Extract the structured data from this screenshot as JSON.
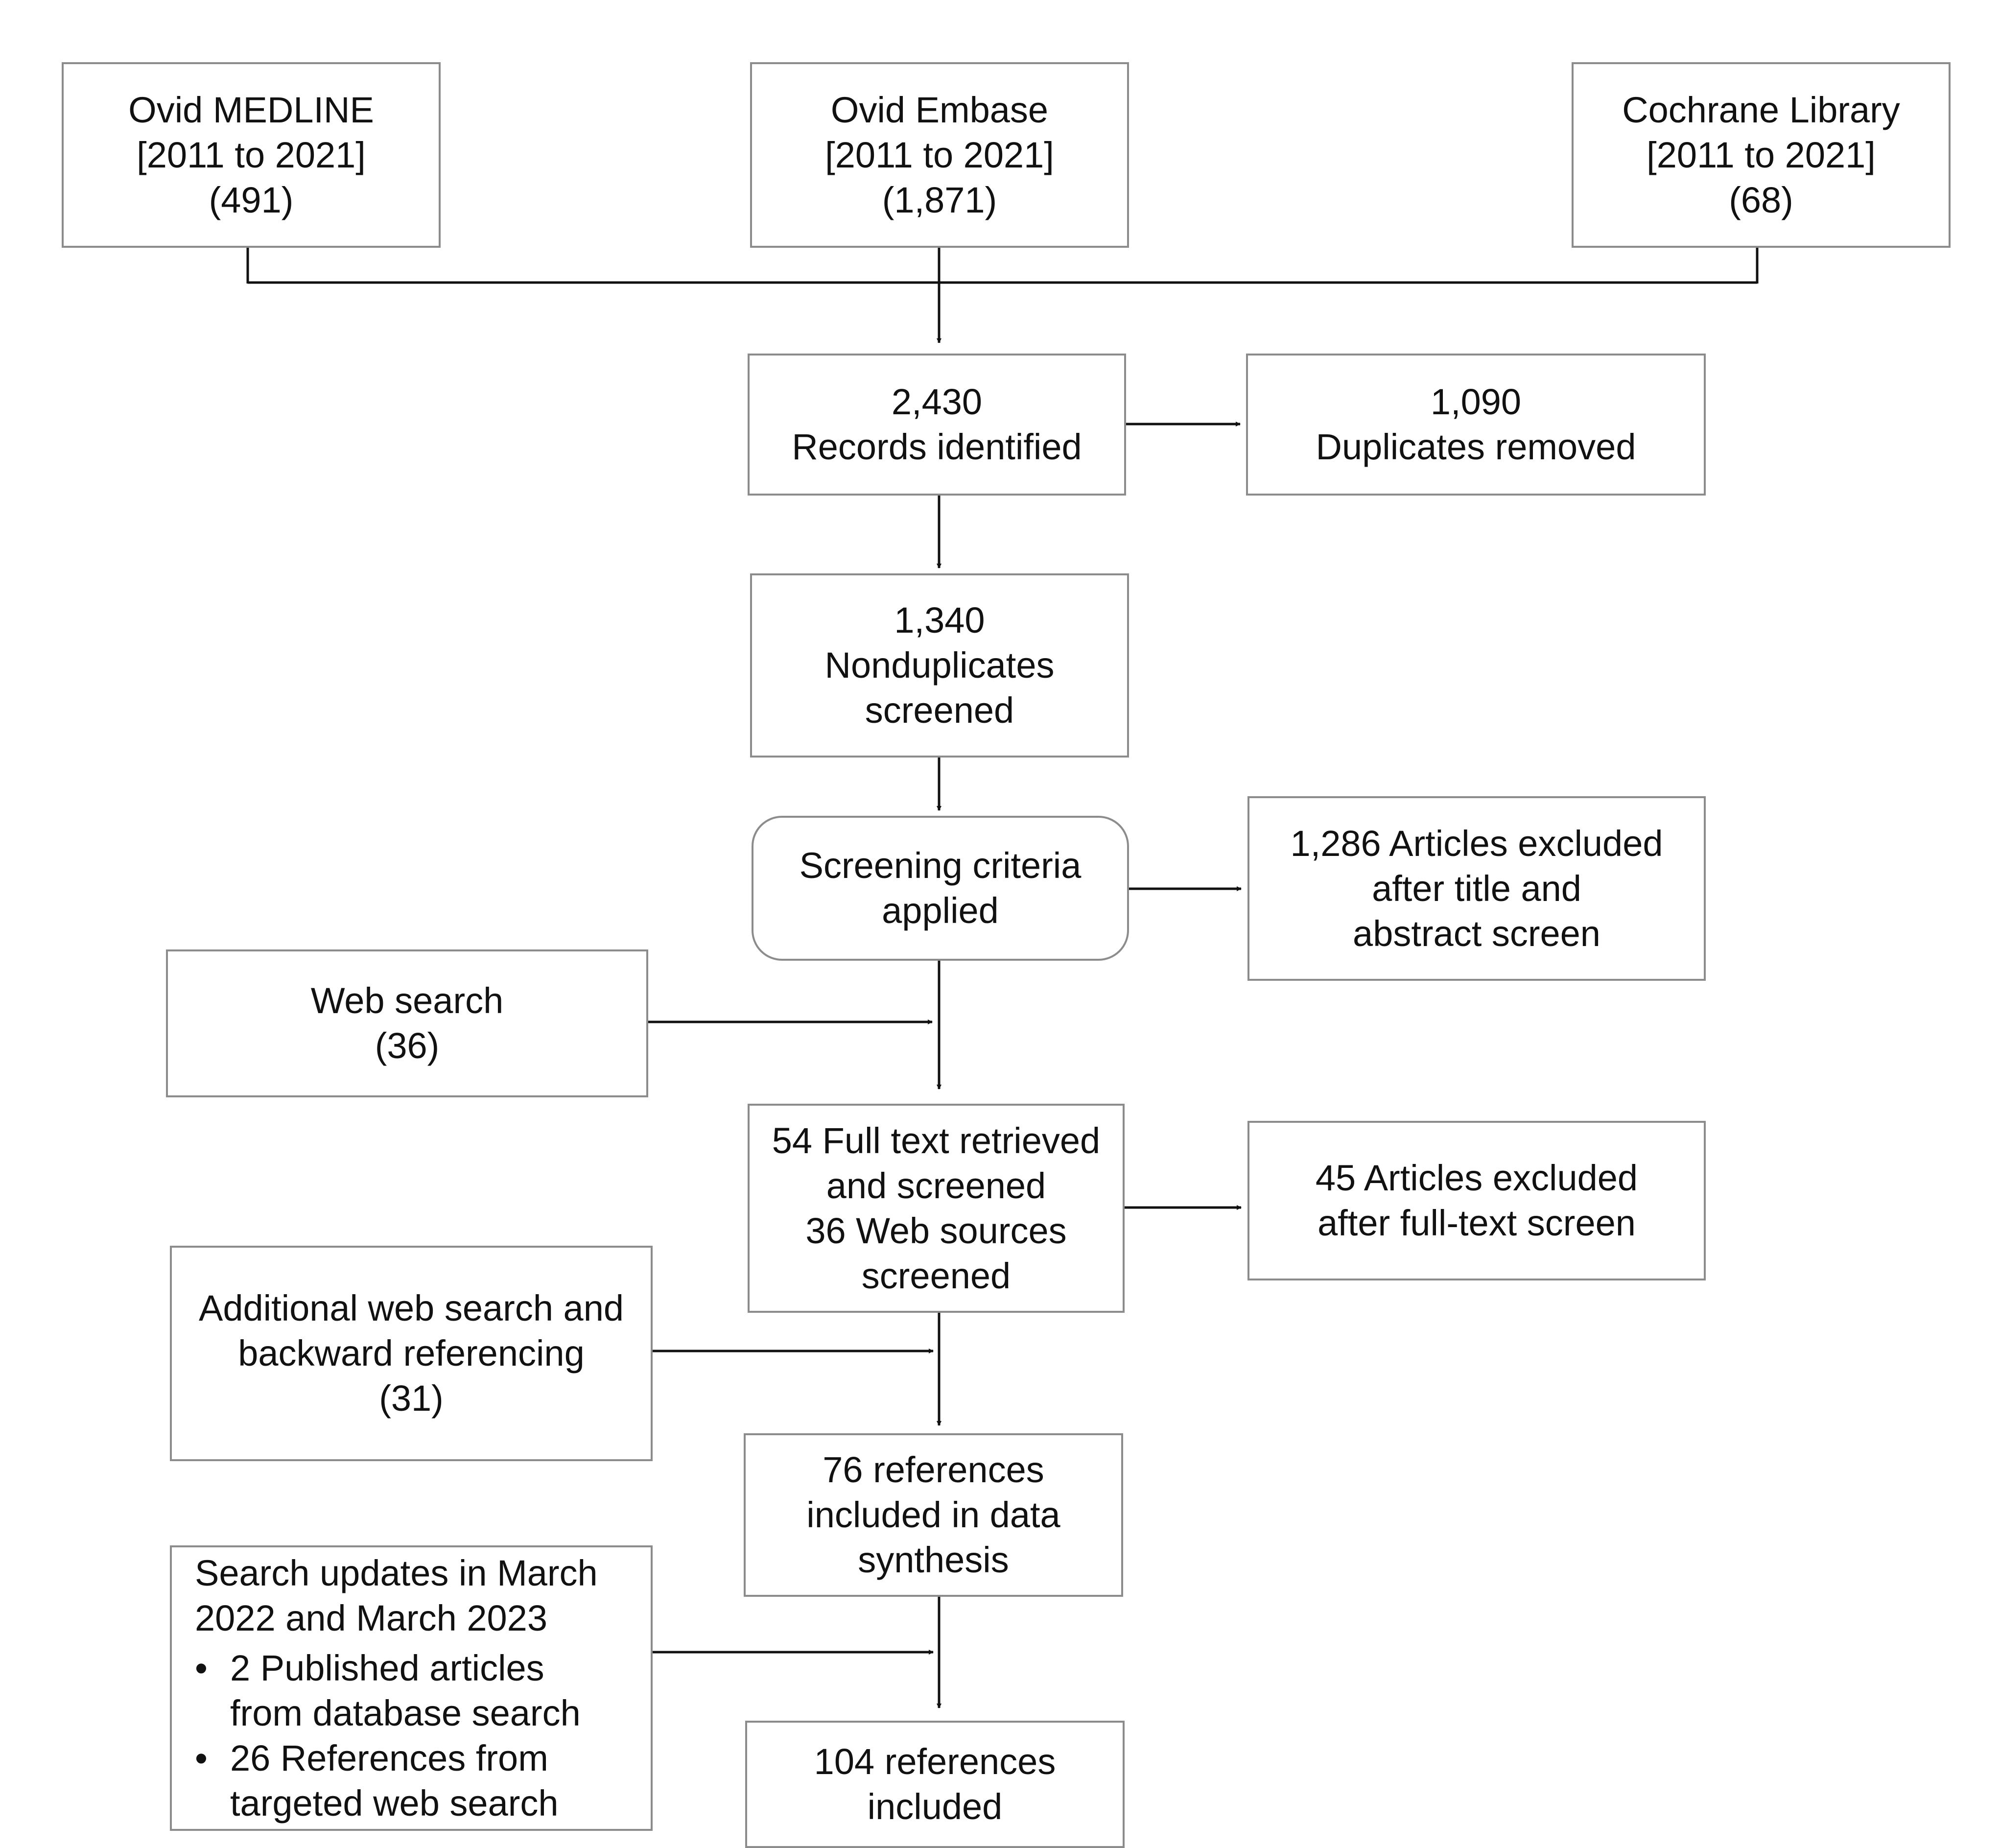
{
  "sources": {
    "medline": {
      "line1": "Ovid MEDLINE",
      "line2": "[2011 to 2021]",
      "line3": "(491)"
    },
    "embase": {
      "line1": "Ovid Embase",
      "line2": "[2011 to 2021]",
      "line3": "(1,871)"
    },
    "cochrane": {
      "line1": "Cochrane Library",
      "line2": "[2011 to 2021]",
      "line3": "(68)"
    }
  },
  "records": {
    "line1": "2,430",
    "line2": "Records identified"
  },
  "duplicates": {
    "line1": "1,090",
    "line2": "Duplicates removed"
  },
  "nonduplicates": {
    "line1": "1,340",
    "line2": "Nonduplicates",
    "line3": "screened"
  },
  "criteria": {
    "line1": "Screening criteria",
    "line2": "applied"
  },
  "excluded_title": {
    "line1": "1,286 Articles excluded",
    "line2": "after title and",
    "line3": "abstract screen"
  },
  "web_search": {
    "line1": "Web search",
    "line2": "(36)"
  },
  "fulltext": {
    "line1": "54 Full text retrieved",
    "line2": "and screened",
    "line3": "36 Web sources",
    "line4": "screened"
  },
  "excluded_fulltext": {
    "line1": "45 Articles excluded",
    "line2": "after full-text screen"
  },
  "additional_search": {
    "line1": "Additional web search and",
    "line2": "backward referencing",
    "line3": "(31)"
  },
  "synthesis": {
    "line1": "76 references",
    "line2": "included in data",
    "line3": "synthesis"
  },
  "updates": {
    "line1": "Search updates in March",
    "line2": "2022 and March 2023",
    "bullet": "•",
    "item1_line1": "2 Published articles",
    "item1_line2": "from database search",
    "item2_line1": "26 References from",
    "item2_line2": "targeted web search"
  },
  "final": {
    "line1": "104 references",
    "line2": "included"
  }
}
